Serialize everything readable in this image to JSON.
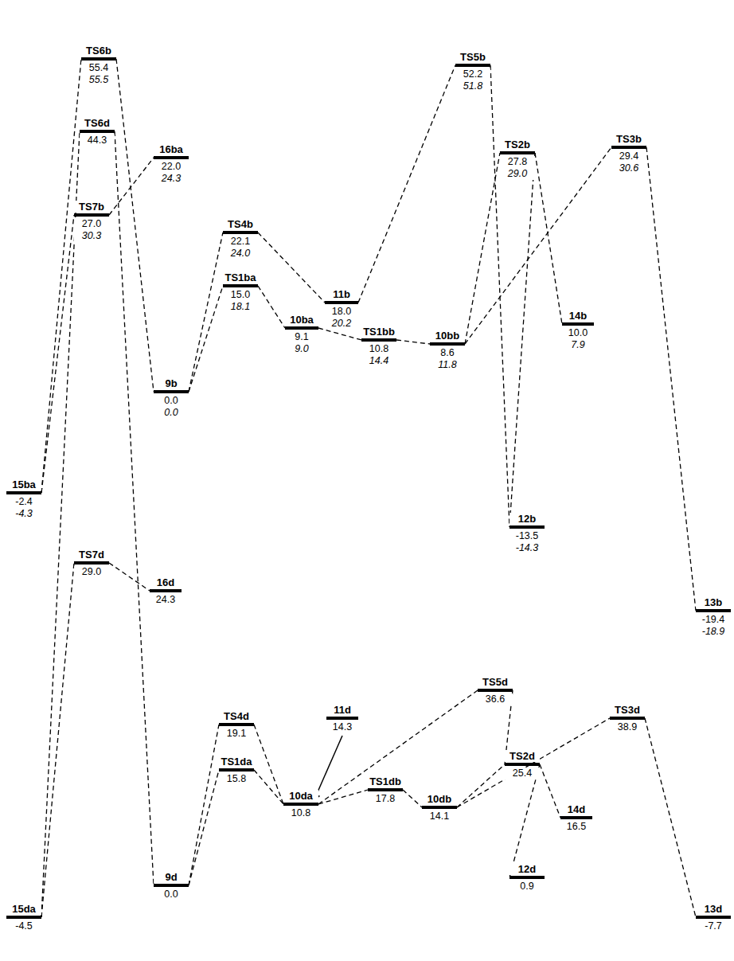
{
  "diagram": {
    "nodes": [
      {
        "text": [
          "TS6b",
          "55.4",
          "55.5"
        ]
      },
      {
        "text": [
          "TS7b",
          "27.0",
          "30.3"
        ]
      },
      {
        "text": [
          "16ba",
          "22.0",
          "24.3"
        ]
      },
      {
        "text": [
          "15ba",
          "-2.4",
          "-4.3"
        ]
      },
      {
        "text": [
          "9b",
          "0.0",
          "0.0"
        ]
      },
      {
        "text": [
          "TS4b",
          "22.1",
          "24.0"
        ]
      },
      {
        "text": [
          "TS1ba",
          "15.0",
          "18.1"
        ]
      },
      {
        "text": [
          "10ba",
          "9.1",
          "9.0"
        ]
      },
      {
        "text": [
          "TS1bb",
          "10.8",
          "14.4"
        ]
      },
      {
        "text": [
          "10bb",
          "8.6",
          "11.8"
        ]
      },
      {
        "text": [
          "11b",
          "18.0",
          "20.2"
        ]
      },
      {
        "text": [
          "TS5b",
          "52.2",
          "51.8"
        ]
      },
      {
        "text": [
          "TS2b",
          "27.8",
          "29.0"
        ]
      },
      {
        "text": [
          "TS3b",
          "29.4",
          "30.6"
        ]
      },
      {
        "text": [
          "14b",
          "10.0",
          "7.9"
        ]
      },
      {
        "text": [
          "12b",
          "-13.5",
          "-14.3"
        ]
      },
      {
        "text": [
          "13b",
          "-19.4",
          "-18.9"
        ]
      },
      {
        "text": [
          "TS6d",
          "44.3"
        ]
      },
      {
        "text": [
          "TS7d",
          "29.0"
        ]
      },
      {
        "text": [
          "16d",
          "24.3"
        ]
      },
      {
        "text": [
          "15da",
          "-4.5"
        ]
      },
      {
        "text": [
          "9d",
          "0.0"
        ]
      },
      {
        "text": [
          "TS4d",
          "19.1"
        ]
      },
      {
        "text": [
          "TS1da",
          "15.8"
        ]
      },
      {
        "text": [
          "10da",
          "10.8"
        ]
      },
      {
        "text": [
          "11d",
          "14.3"
        ]
      },
      {
        "text": [
          "TS1db",
          "17.8"
        ]
      },
      {
        "text": [
          "10db",
          "14.1"
        ]
      },
      {
        "text": [
          "TS5d",
          "36.6"
        ]
      },
      {
        "text": [
          "TS2d",
          "25.4"
        ]
      },
      {
        "text": [
          "TS3d",
          "38.9"
        ]
      },
      {
        "text": [
          "14d",
          "16.5"
        ]
      },
      {
        "text": [
          "12d",
          "0.9"
        ]
      },
      {
        "text": [
          "13d",
          "-7.7"
        ]
      }
    ],
    "edges": [
      {
        "from": 3,
        "to": 0,
        "arrow": "none"
      },
      {
        "from": 3,
        "to": 1,
        "arrow": "none"
      },
      {
        "from": 0,
        "to": 4,
        "arrow": "none"
      },
      {
        "from": 1,
        "to": 2,
        "arrow": "none"
      },
      {
        "from": 4,
        "to": 5,
        "arrow": "none"
      },
      {
        "from": 4,
        "to": 6,
        "arrow": "none"
      },
      {
        "from": 5,
        "to": 10,
        "arrow": "none"
      },
      {
        "from": 6,
        "to": 7,
        "arrow": "none"
      },
      {
        "from": 7,
        "to": 8,
        "arrow": "none"
      },
      {
        "from": 8,
        "to": 9,
        "arrow": "none"
      },
      {
        "from": 10,
        "to": 11,
        "arrow": "none"
      },
      {
        "from": 11,
        "to": 15,
        "arrow": "none"
      },
      {
        "from": 9,
        "to": 12,
        "arrow": "none"
      },
      {
        "from": 9,
        "to": 13,
        "arrow": "none"
      },
      {
        "from": 12,
        "to": 14,
        "arrow": "none"
      },
      {
        "from": 12,
        "to": 15,
        "arrow": "none"
      },
      {
        "from": 13,
        "to": 16,
        "arrow": "none"
      },
      {
        "from": 20,
        "to": 17,
        "arrow": "none"
      },
      {
        "from": 20,
        "to": 18,
        "arrow": "none"
      },
      {
        "from": 17,
        "to": 21,
        "arrow": "none"
      },
      {
        "from": 18,
        "to": 19,
        "arrow": "none"
      },
      {
        "from": 21,
        "to": 22,
        "arrow": "none"
      },
      {
        "from": 21,
        "to": 23,
        "arrow": "none"
      },
      {
        "from": 22,
        "to": 24,
        "arrow": "none"
      },
      {
        "from": 25,
        "to": 24,
        "arrow": "to"
      },
      {
        "from": 23,
        "to": 24,
        "arrow": "none"
      },
      {
        "from": 24,
        "to": 26,
        "arrow": "none"
      },
      {
        "from": 24,
        "to": 28,
        "arrow": "none"
      },
      {
        "from": 26,
        "to": 27,
        "arrow": "none"
      },
      {
        "from": 27,
        "to": 29,
        "arrow": "none"
      },
      {
        "from": 28,
        "to": 29,
        "arrow": "none"
      },
      {
        "from": 27,
        "to": 30,
        "arrow": "none"
      },
      {
        "from": 29,
        "to": 31,
        "arrow": "none"
      },
      {
        "from": 29,
        "to": 32,
        "arrow": "none"
      },
      {
        "from": 30,
        "to": 33,
        "arrow": "none"
      }
    ]
  }
}
